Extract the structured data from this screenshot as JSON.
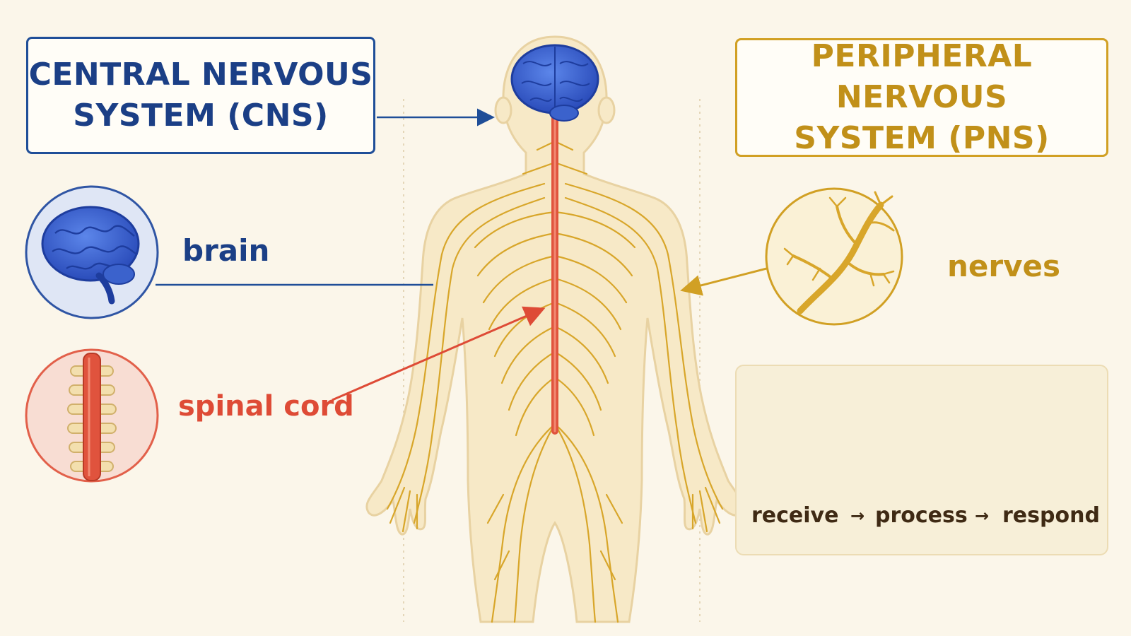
{
  "cns": {
    "title_line1": "CENTRAL NERVOUS",
    "title_line2": "SYSTEM (CNS)",
    "color": "#1b3f86"
  },
  "pns": {
    "title_line1": "PERIPHERAL NERVOUS",
    "title_line2": "SYSTEM (PNS)",
    "color": "#c19019"
  },
  "parts": {
    "brain": "brain",
    "spinal_cord": "spinal cord",
    "nerves": "nerves"
  },
  "process": {
    "steps": [
      "receive",
      "process",
      "respond"
    ],
    "arrow": "→"
  },
  "icons": {
    "brain": "brain-icon",
    "spinal_cord": "spine-icon",
    "nerves": "nerve-branch-icon",
    "receive": "finger-touch-icon",
    "process": "brain-icon",
    "respond": "flexed-arm-icon"
  },
  "colors": {
    "brain_blue": "#2f5fd0",
    "spinal_red": "#e0533d",
    "nerve_gold": "#d8a62a",
    "body_fill": "#f7e9c7",
    "process_purple": "#9a6bd6",
    "respond_blue": "#8aa7d8"
  }
}
